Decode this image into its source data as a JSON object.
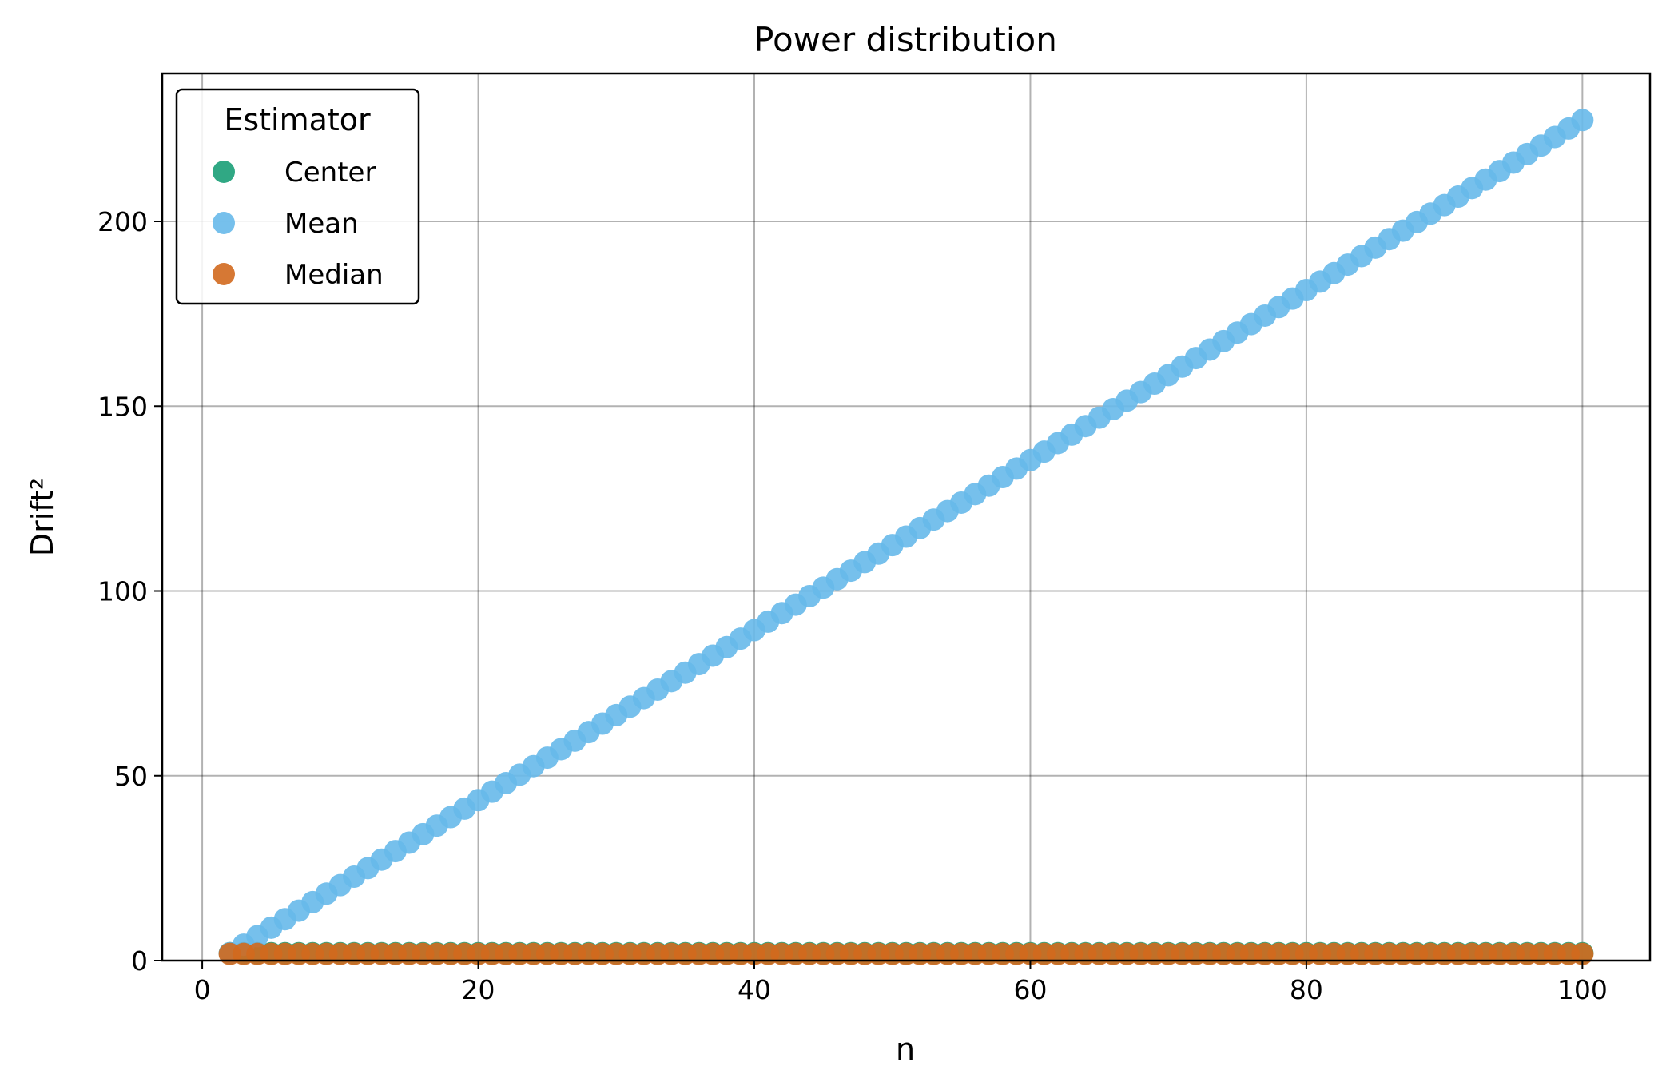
{
  "chart_data": {
    "type": "scatter",
    "title": "Power distribution",
    "xlabel": "n",
    "ylabel": "Drift²",
    "xlim": [
      -2.9,
      104.9
    ],
    "ylim": [
      0,
      240
    ],
    "x_ticks": [
      0,
      20,
      40,
      60,
      80,
      100
    ],
    "y_ticks": [
      0,
      50,
      100,
      150,
      200
    ],
    "grid": true,
    "legend": {
      "title": "Estimator",
      "position": "top-left"
    },
    "x_values": {
      "start": 2,
      "end": 100,
      "step": 1
    },
    "series": [
      {
        "name": "Center",
        "color": "#1a9e77",
        "formula": "constant",
        "value": 2.0
      },
      {
        "name": "Mean",
        "color": "#67b9ea",
        "formula": "linear",
        "slope": 2.3,
        "intercept": -2.6,
        "first_value": 2.0
      },
      {
        "name": "Median",
        "color": "#d2691e",
        "formula": "constant",
        "value": 1.8
      }
    ]
  }
}
